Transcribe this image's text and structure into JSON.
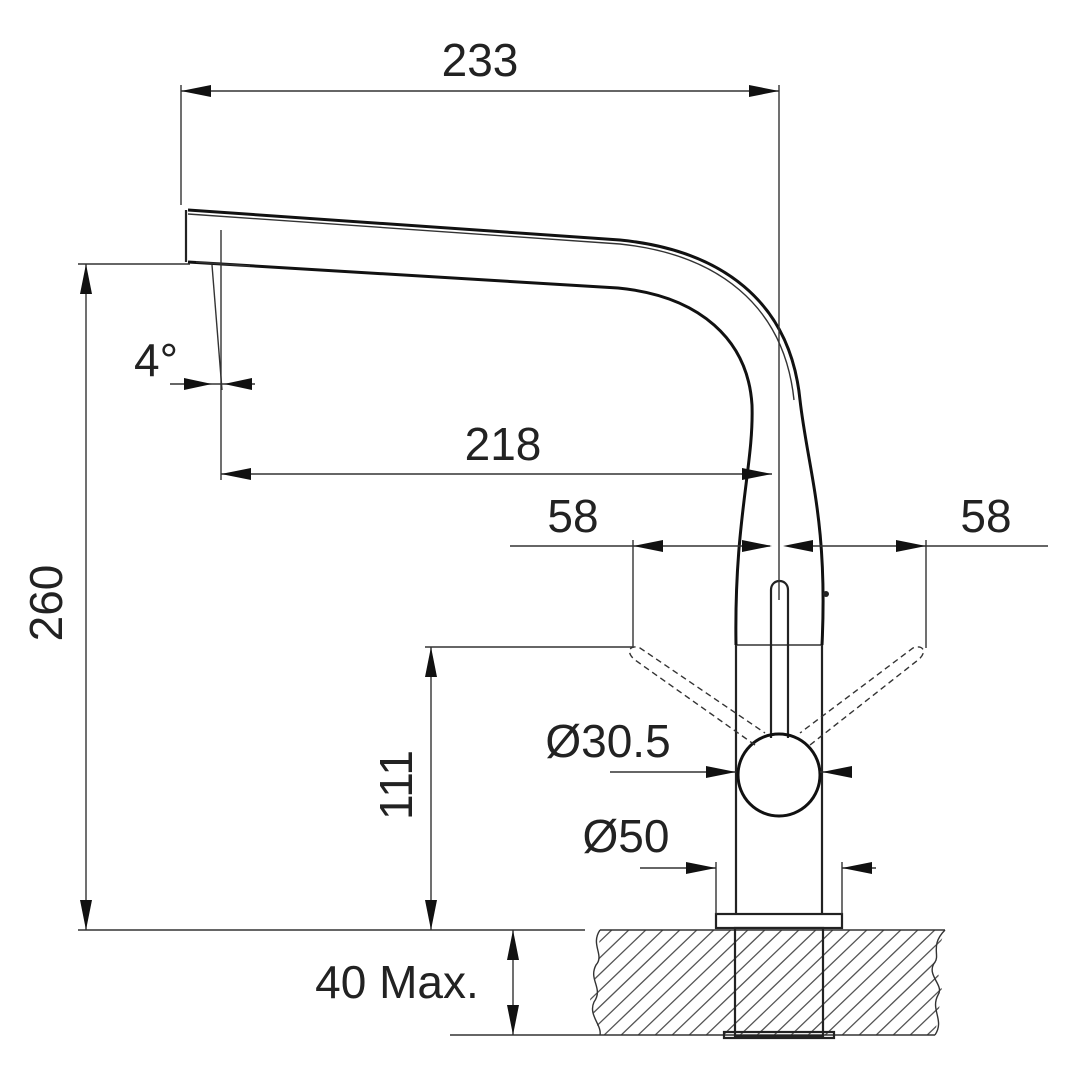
{
  "diagram": {
    "dimensions": {
      "overall_reach": "233",
      "spout_reach": "218",
      "spout_angle": "4°",
      "lever_left_swing": "58",
      "lever_right_swing": "58",
      "overall_height": "260",
      "lever_height": "111",
      "lever_hub_diameter": "Ø30.5",
      "body_diameter": "Ø50",
      "max_counter_thickness": "40 Max."
    },
    "colors": {
      "line": "#222222",
      "background": "#ffffff"
    }
  }
}
